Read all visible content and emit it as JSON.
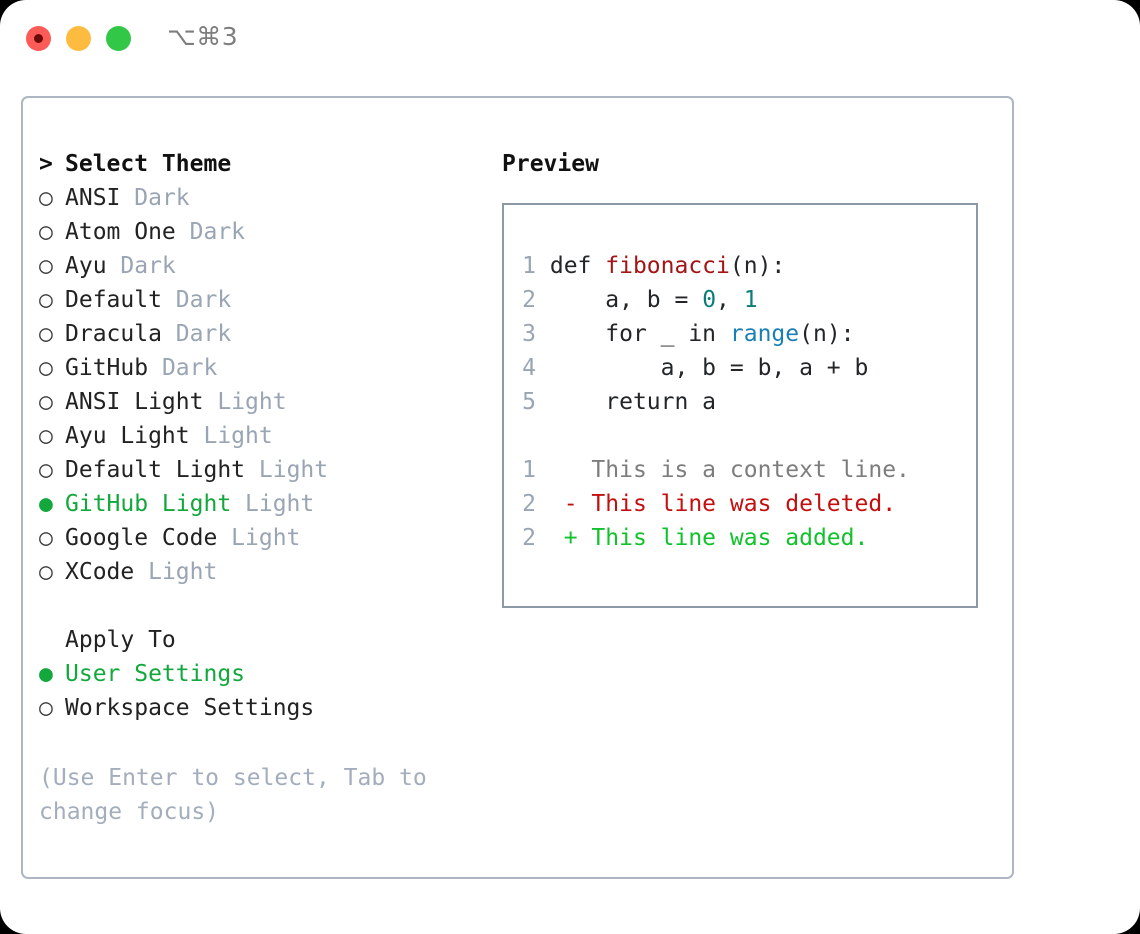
{
  "titlebar": {
    "shortcut": "⌥⌘3",
    "buttons": {
      "close": "close-button",
      "minimize": "minimize-button",
      "maximize": "maximize-button"
    }
  },
  "theme_list": {
    "header_prefix": "> ",
    "header": "Select Theme",
    "bullet_unselected": "○ ",
    "bullet_selected": "● ",
    "items": [
      {
        "name": "ANSI",
        "tag": "Dark",
        "selected": false
      },
      {
        "name": "Atom One",
        "tag": "Dark",
        "selected": false
      },
      {
        "name": "Ayu",
        "tag": "Dark",
        "selected": false
      },
      {
        "name": "Default",
        "tag": "Dark",
        "selected": false
      },
      {
        "name": "Dracula",
        "tag": "Dark",
        "selected": false
      },
      {
        "name": "GitHub",
        "tag": "Dark",
        "selected": false
      },
      {
        "name": "ANSI Light",
        "tag": "Light",
        "selected": false
      },
      {
        "name": "Ayu Light",
        "tag": "Light",
        "selected": false
      },
      {
        "name": "Default Light",
        "tag": "Light",
        "selected": false
      },
      {
        "name": "GitHub Light",
        "tag": "Light",
        "selected": true
      },
      {
        "name": "Google Code",
        "tag": "Light",
        "selected": false
      },
      {
        "name": "XCode",
        "tag": "Light",
        "selected": false
      }
    ]
  },
  "apply_to": {
    "header_prefix": "  ",
    "header": "Apply To",
    "options": [
      {
        "label": "User Settings",
        "selected": true
      },
      {
        "label": "Workspace Settings",
        "selected": false
      }
    ]
  },
  "hint": "(Use Enter to select, Tab to\nchange focus)",
  "preview": {
    "title": "Preview",
    "code_lines": [
      {
        "num": "1",
        "segments": [
          {
            "text": "def ",
            "cls": "kw"
          },
          {
            "text": "fibonacci",
            "cls": "fn"
          },
          {
            "text": "(n):",
            "cls": "kw"
          }
        ]
      },
      {
        "num": "2",
        "segments": [
          {
            "text": "    a, b = ",
            "cls": "kw"
          },
          {
            "text": "0",
            "cls": "num"
          },
          {
            "text": ", ",
            "cls": "kw"
          },
          {
            "text": "1",
            "cls": "num"
          }
        ]
      },
      {
        "num": "3",
        "segments": [
          {
            "text": "    for _ in ",
            "cls": "kw"
          },
          {
            "text": "range",
            "cls": "bi"
          },
          {
            "text": "(n):",
            "cls": "kw"
          }
        ]
      },
      {
        "num": "4",
        "segments": [
          {
            "text": "        a, b = b, a + b",
            "cls": "kw"
          }
        ]
      },
      {
        "num": "5",
        "segments": [
          {
            "text": "    return a",
            "cls": "kw"
          }
        ]
      }
    ],
    "diff_lines": [
      {
        "num": "1",
        "marker": "  ",
        "text": "This is a context line.",
        "cls": "ctx"
      },
      {
        "num": "2",
        "marker": "- ",
        "text": "This line was deleted.",
        "cls": "del"
      },
      {
        "num": "2",
        "marker": "+ ",
        "text": "This line was added.",
        "cls": "add"
      }
    ]
  },
  "colors": {
    "accent_green": "#12a83c",
    "diff_add": "#12c22c",
    "diff_delete": "#c40f0f",
    "tag_gray": "#9aa5b4",
    "border": "#8e99a8",
    "panel_border": "#aeb6c4",
    "keyword": "#232629",
    "function": "#a31515",
    "number": "#0e7c7b",
    "builtin": "#1a7fb5"
  }
}
